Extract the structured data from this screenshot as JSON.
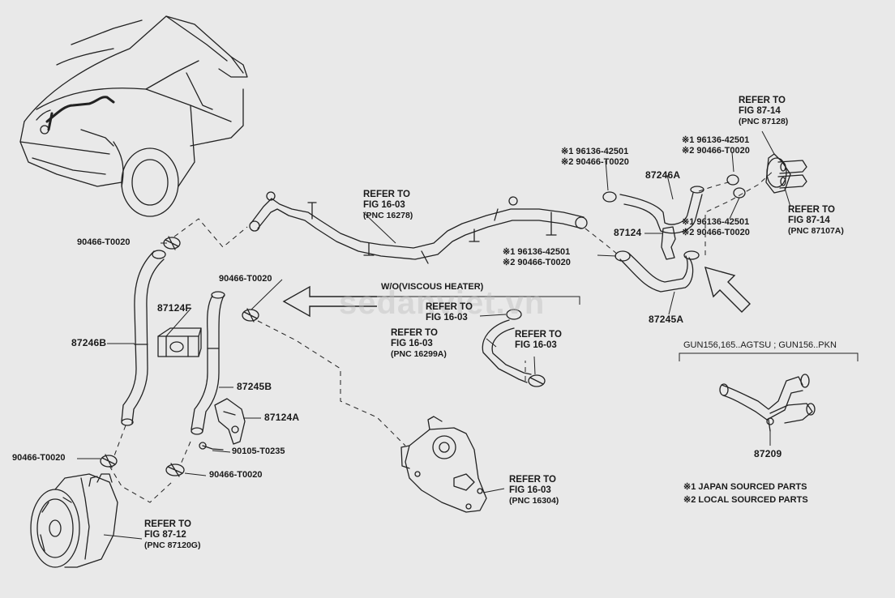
{
  "watermark": "sedanviet.vn",
  "parts": {
    "p87246b": "87246B",
    "p87124f": "87124F",
    "p87245b": "87245B",
    "p87124a": "87124A",
    "p87246a": "87246A",
    "p87124": "87124",
    "p87245a": "87245A",
    "p87209": "87209"
  },
  "clips": {
    "c1": "90466-T0020",
    "c2": "90466-T0020",
    "c3": "90466-T0020",
    "c4": "90466-T0020",
    "bolt": "90105-T0235"
  },
  "marked": {
    "a1": "※1 96136-42501",
    "a2": "※2 90466-T0020",
    "b1": "※1 96136-42501",
    "b2": "※2 90466-T0020",
    "c1": "※1 96136-42501",
    "c2": "※2 90466-T0020",
    "d1": "※1 96136-42501",
    "d2": "※2 90466-T0020"
  },
  "refs": {
    "pipe": {
      "l1": "REFER TO",
      "l2": "FIG 16-03",
      "l3": "(PNC 16278)"
    },
    "fig8714a": {
      "l1": "REFER TO",
      "l2": "FIG 87-14",
      "l3": "(PNC 87128)"
    },
    "fig8714b": {
      "l1": "REFER TO",
      "l2": "FIG 87-14",
      "l3": "(PNC 87107A)"
    },
    "wo1": {
      "l1": "REFER TO",
      "l2": "FIG 16-03"
    },
    "wo2": {
      "l1": "REFER TO",
      "l2": "FIG 16-03",
      "l3": "(PNC 16299A)"
    },
    "wo3": {
      "l1": "REFER TO",
      "l2": "FIG 16-03"
    },
    "pump": {
      "l1": "REFER TO",
      "l2": "FIG 16-03",
      "l3": "(PNC 16304)"
    },
    "vpump": {
      "l1": "REFER TO",
      "l2": "FIG 87-12",
      "l3": "(PNC 87120G)"
    }
  },
  "wo_title": "W/O(VISCOUS HEATER)",
  "gun_title": "GUN156,165..AGTSU ; GUN156..PKN",
  "notes": {
    "n1": "※1 JAPAN SOURCED PARTS",
    "n2": "※2 LOCAL SOURCED PARTS"
  }
}
